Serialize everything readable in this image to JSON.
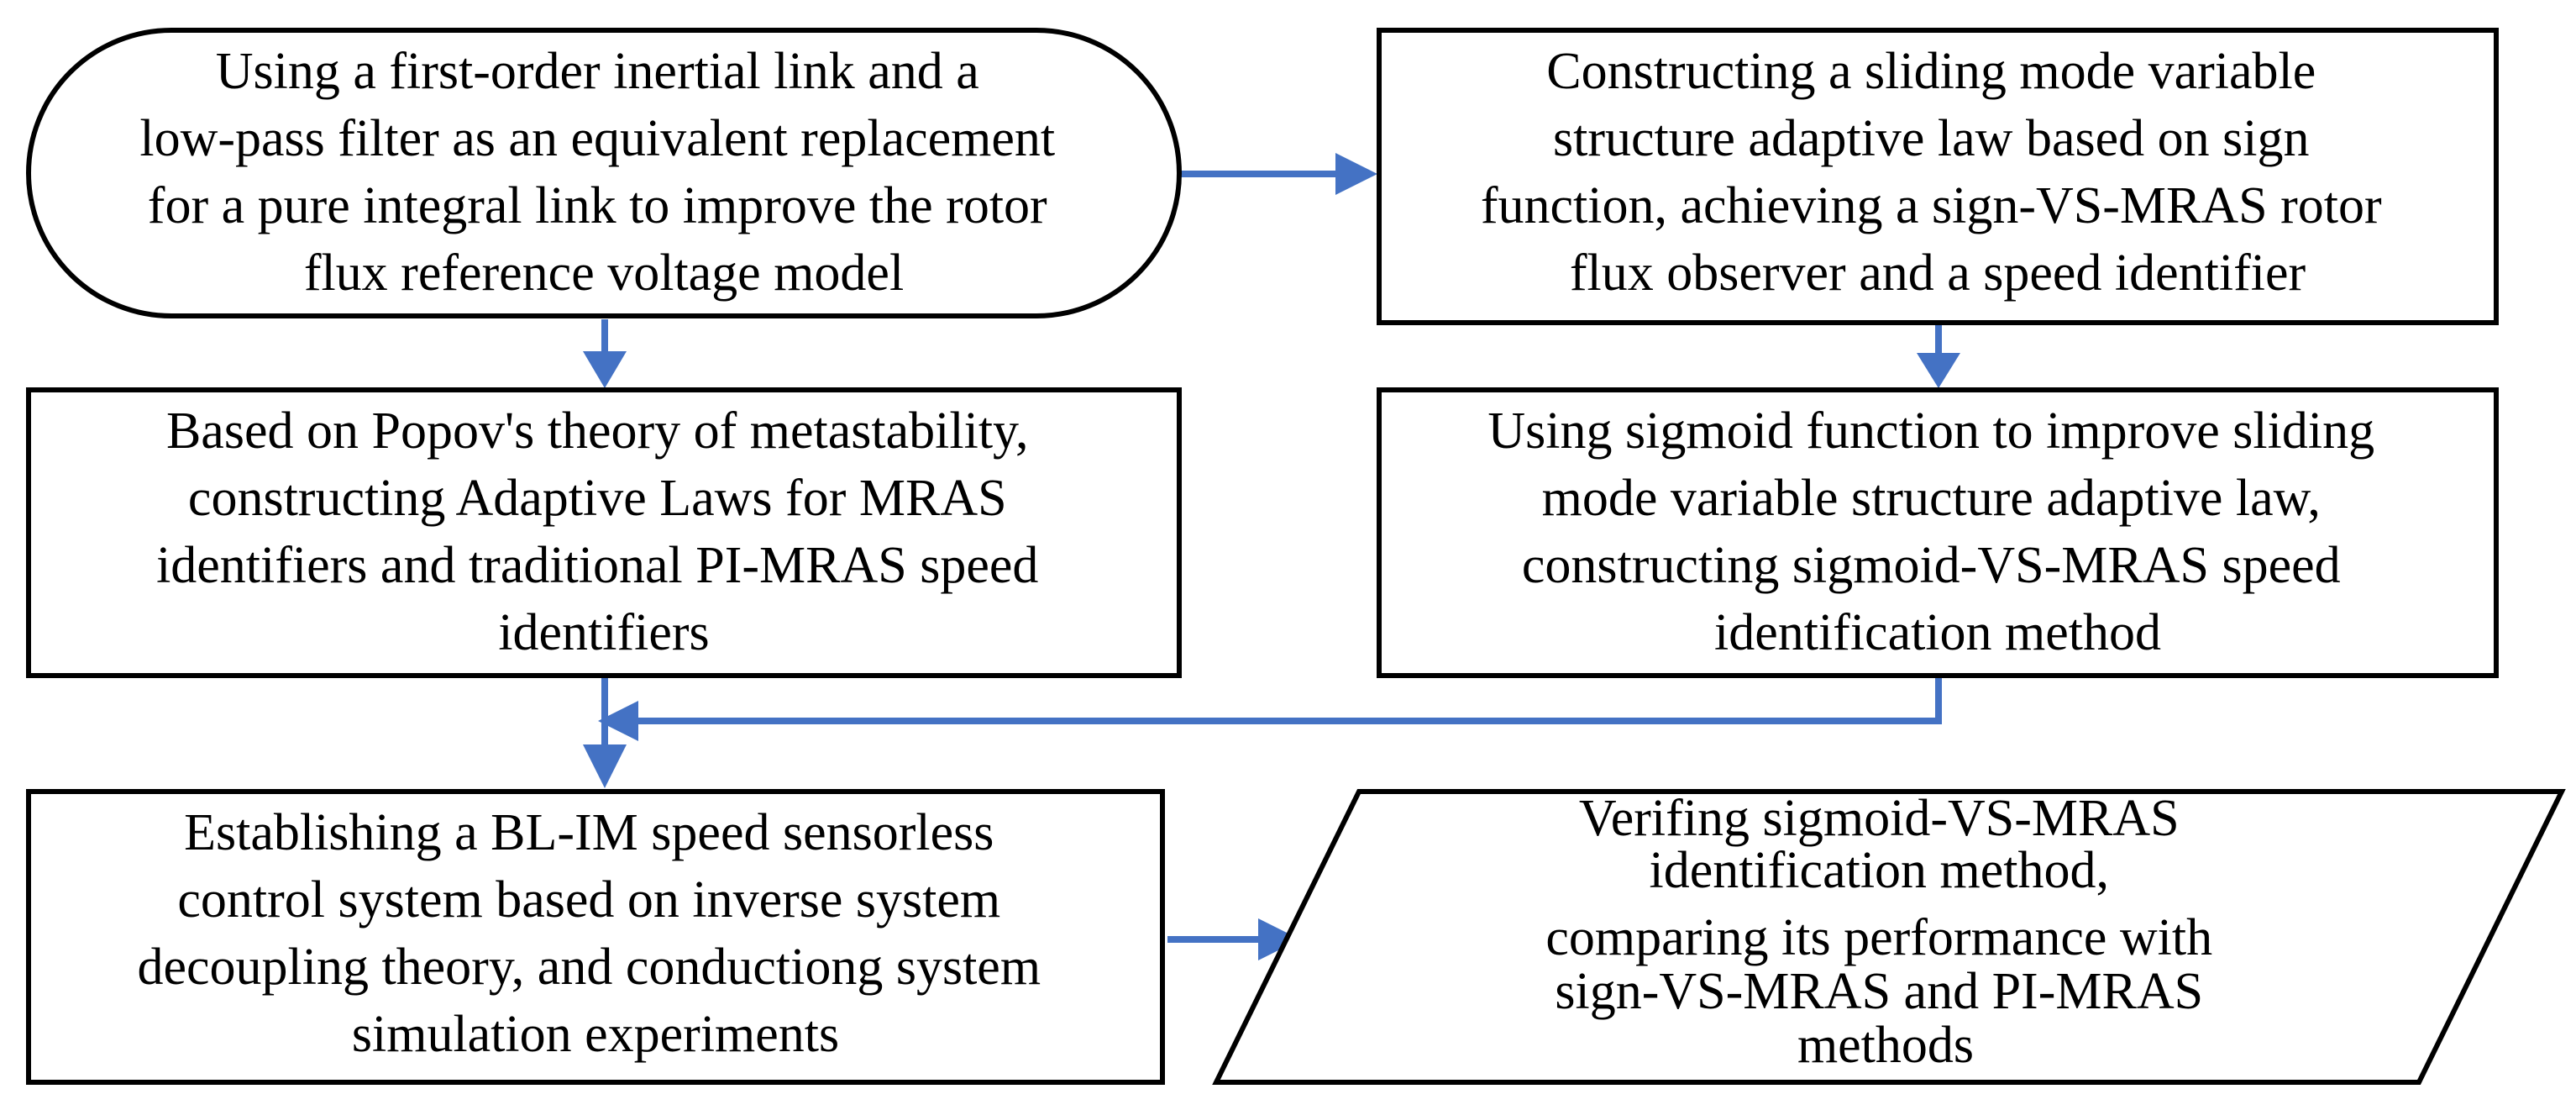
{
  "colors": {
    "arrow": "#4472C4",
    "box_border": "#000000",
    "text": "#000000",
    "background": "#FFFFFF"
  },
  "nodes": [
    {
      "id": "start",
      "shape": "terminator",
      "lines": [
        "Using a first-order inertial link and a",
        "low-pass filter as an equivalent replacement",
        "for a pure integral link to improve the rotor",
        "flux reference voltage model"
      ]
    },
    {
      "id": "popov",
      "shape": "process",
      "lines": [
        "Based on Popov's theory of metastability,",
        "constructing Adaptive Laws for MRAS",
        "identifiers and traditional PI-MRAS speed",
        "identifiers"
      ]
    },
    {
      "id": "sign",
      "shape": "process",
      "lines": [
        "Constructing a sliding mode variable",
        "structure adaptive law based on sign",
        "function, achieving a sign-VS-MRAS rotor",
        "flux observer and a speed identifier"
      ]
    },
    {
      "id": "sigmoid",
      "shape": "process",
      "lines": [
        "Using sigmoid function to improve sliding",
        "mode variable structure adaptive law,",
        "constructing sigmoid-VS-MRAS speed",
        "identification method"
      ]
    },
    {
      "id": "blim",
      "shape": "process",
      "lines": [
        "Establishing a BL-IM speed sensorless",
        "control system based on inverse system",
        "decoupling theory, and conductiong system",
        "simulation experiments"
      ]
    },
    {
      "id": "verify",
      "shape": "data",
      "lines": [
        "Verifing sigmoid-VS-MRAS",
        "identification method,",
        "comparing its performance with",
        "sign-VS-MRAS and PI-MRAS",
        "methods"
      ]
    }
  ],
  "edges": [
    {
      "from": "start",
      "to": "sign"
    },
    {
      "from": "start",
      "to": "popov"
    },
    {
      "from": "sign",
      "to": "sigmoid"
    },
    {
      "from": "sigmoid",
      "to": "blim"
    },
    {
      "from": "popov",
      "to": "blim"
    },
    {
      "from": "blim",
      "to": "verify"
    }
  ]
}
